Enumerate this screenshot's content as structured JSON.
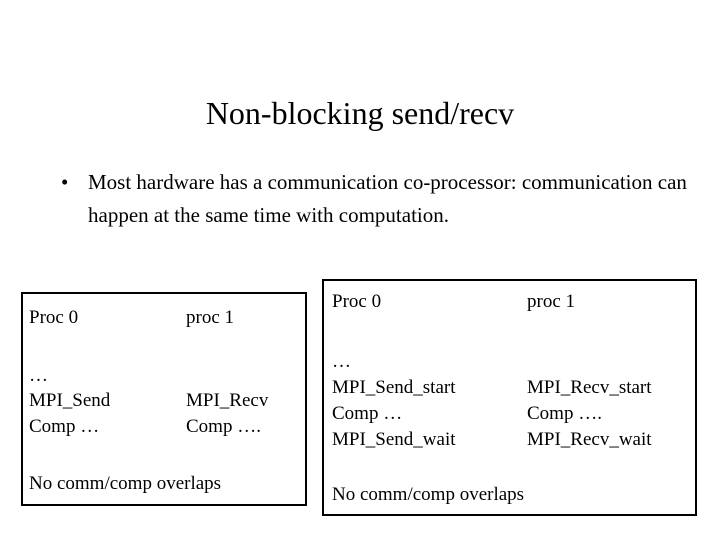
{
  "slide": {
    "title": "Non-blocking send/recv",
    "bullets": [
      {
        "marker": "•",
        "text": "Most hardware has a communication co-processor: communication can happen at the same time with computation."
      }
    ],
    "boxes": [
      {
        "id": "blocking-example",
        "header": {
          "col_a": "Proc 0",
          "col_b": "proc 1"
        },
        "ellipsis": "…",
        "rows": [
          {
            "col_a": "MPI_Send",
            "col_b": "MPI_Recv"
          },
          {
            "col_a": "Comp …",
            "col_b": "Comp …."
          }
        ],
        "footer": "No comm/comp overlaps"
      },
      {
        "id": "nonblocking-example",
        "header": {
          "col_a": "Proc 0",
          "col_b": "proc 1"
        },
        "ellipsis": "…",
        "rows": [
          {
            "col_a": "MPI_Send_start",
            "col_b": "MPI_Recv_start"
          },
          {
            "col_a": "Comp …",
            "col_b": "Comp …."
          },
          {
            "col_a": "MPI_Send_wait",
            "col_b": "MPI_Recv_wait"
          }
        ],
        "footer": "No comm/comp overlaps"
      }
    ]
  },
  "colors": {
    "background": "#ffffff",
    "text": "#000000",
    "box_border": "#000000"
  }
}
